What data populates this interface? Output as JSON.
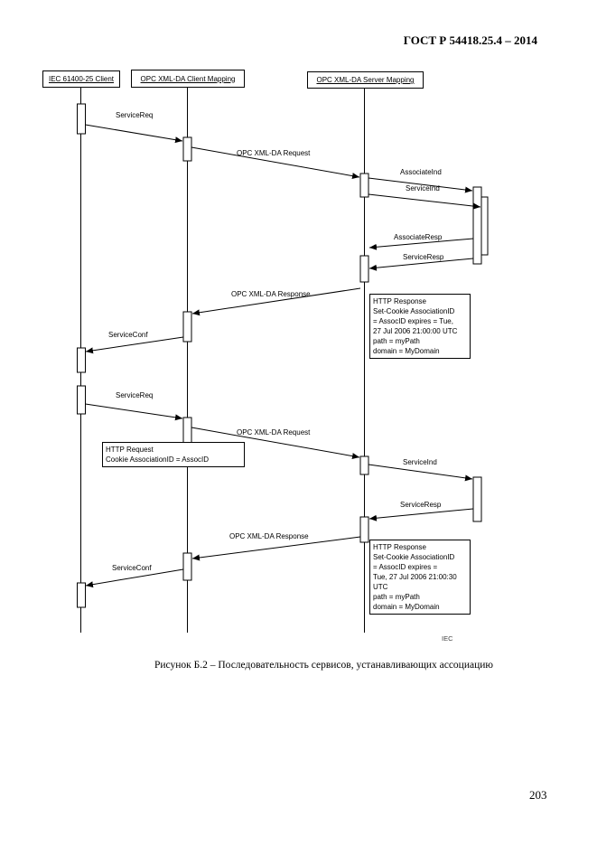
{
  "page": {
    "header": "ГОСТ Р 54418.25.4 – 2014",
    "caption": "Рисунок Б.2 – Последовательность сервисов, устанавливающих ассоциацию",
    "page_number": "203",
    "iec_mark": "IEC"
  },
  "diagram": {
    "lifelines": [
      {
        "label": "IEC 61400-25 Client"
      },
      {
        "label": "OPC XML-DA Client Mapping"
      },
      {
        "label": "OPC XML-DA Server Mapping"
      }
    ],
    "messages": [
      {
        "label": "ServiceReq"
      },
      {
        "label": "OPC XML-DA Request"
      },
      {
        "label": "AssociateInd"
      },
      {
        "label": "ServiceInd"
      },
      {
        "label": "AssociateResp"
      },
      {
        "label": "ServiceResp"
      },
      {
        "label": "OPC XML-DA Response"
      },
      {
        "label": "ServiceConf"
      },
      {
        "label": "ServiceReq"
      },
      {
        "label": "OPC XML-DA Request"
      },
      {
        "label": "ServiceInd"
      },
      {
        "label": "ServiceResp"
      },
      {
        "label": "OPC XML-DA Response"
      },
      {
        "label": "ServiceConf"
      }
    ],
    "notes": [
      {
        "lines": [
          "HTTP Response",
          "Set-Cookie AssociationID",
          "= AssocID  expires = Tue,",
          "27 Jul 2006 21:00:00 UTC",
          "path = myPath",
          "domain = MyDomain"
        ]
      },
      {
        "lines": [
          "HTTP Request",
          "Cookie AssociationID = AssocID"
        ]
      },
      {
        "lines": [
          "HTTP Response",
          "Set-Cookie AssociationID",
          "= AssocID    expires =",
          "Tue, 27 Jul 2006 21:00:30",
          "UTC",
          "path = myPath",
          "domain = MyDomain"
        ]
      }
    ]
  }
}
